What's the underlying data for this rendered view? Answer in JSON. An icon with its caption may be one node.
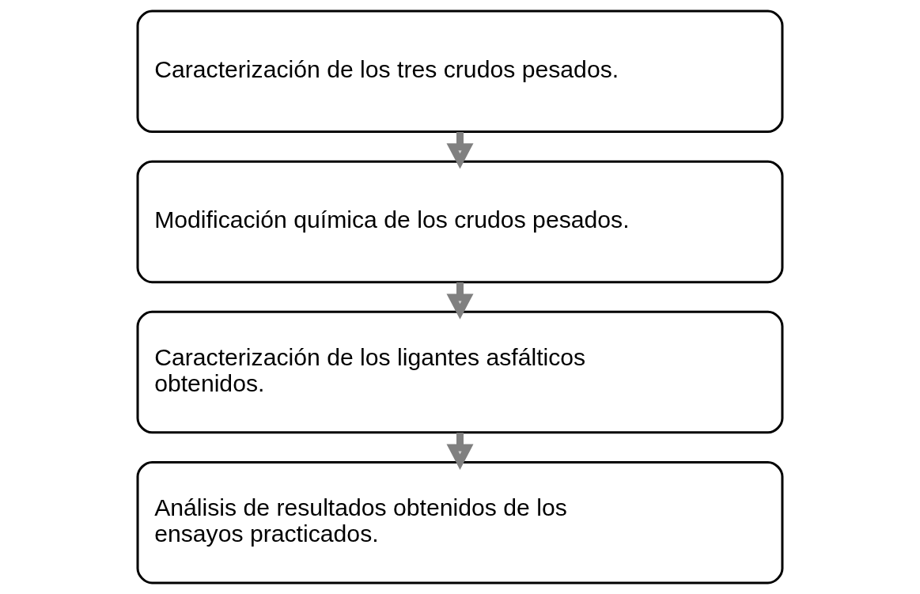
{
  "diagram": {
    "nodes": [
      {
        "text": [
          "Caracterización de los tres crudos pesados."
        ]
      },
      {
        "text": [
          "Modificación química de los crudos pesados."
        ]
      },
      {
        "text": [
          "Caracterización de los ligantes asfálticos obtenidos."
        ]
      },
      {
        "text": [
          "Análisis de resultados obtenidos de los ensayos practicados."
        ]
      }
    ],
    "edges": [
      {
        "from": 0,
        "to": 1,
        "arrow": "to"
      },
      {
        "from": 1,
        "to": 2,
        "arrow": "to"
      },
      {
        "from": 2,
        "to": 3,
        "arrow": "to"
      }
    ]
  }
}
